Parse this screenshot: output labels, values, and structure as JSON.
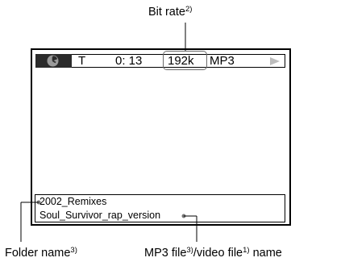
{
  "callouts": {
    "bit_rate": {
      "text": "Bit rate",
      "note": "2)"
    },
    "folder_name": {
      "text": "Folder name",
      "note": "3)"
    },
    "file_name": {
      "part1": "MP3 file",
      "note1": "3)",
      "part2": "/video file",
      "note2": "1)",
      "part3": " name"
    }
  },
  "display": {
    "time_icon": "clock-icon",
    "track_label": "T",
    "elapsed_time": "0: 13",
    "bit_rate": "192k",
    "format": "MP3",
    "status_icon": "play-icon",
    "folder_name": "2002_Remixes",
    "file_name": "Soul_Survivor_rap_version"
  },
  "colors": {
    "timer_cell_bg": "#2b2b2b",
    "clock_icon": "#9a9a9a",
    "play_icon": "#bdbdbd",
    "bitrate_highlight": "#6b6b6b"
  }
}
